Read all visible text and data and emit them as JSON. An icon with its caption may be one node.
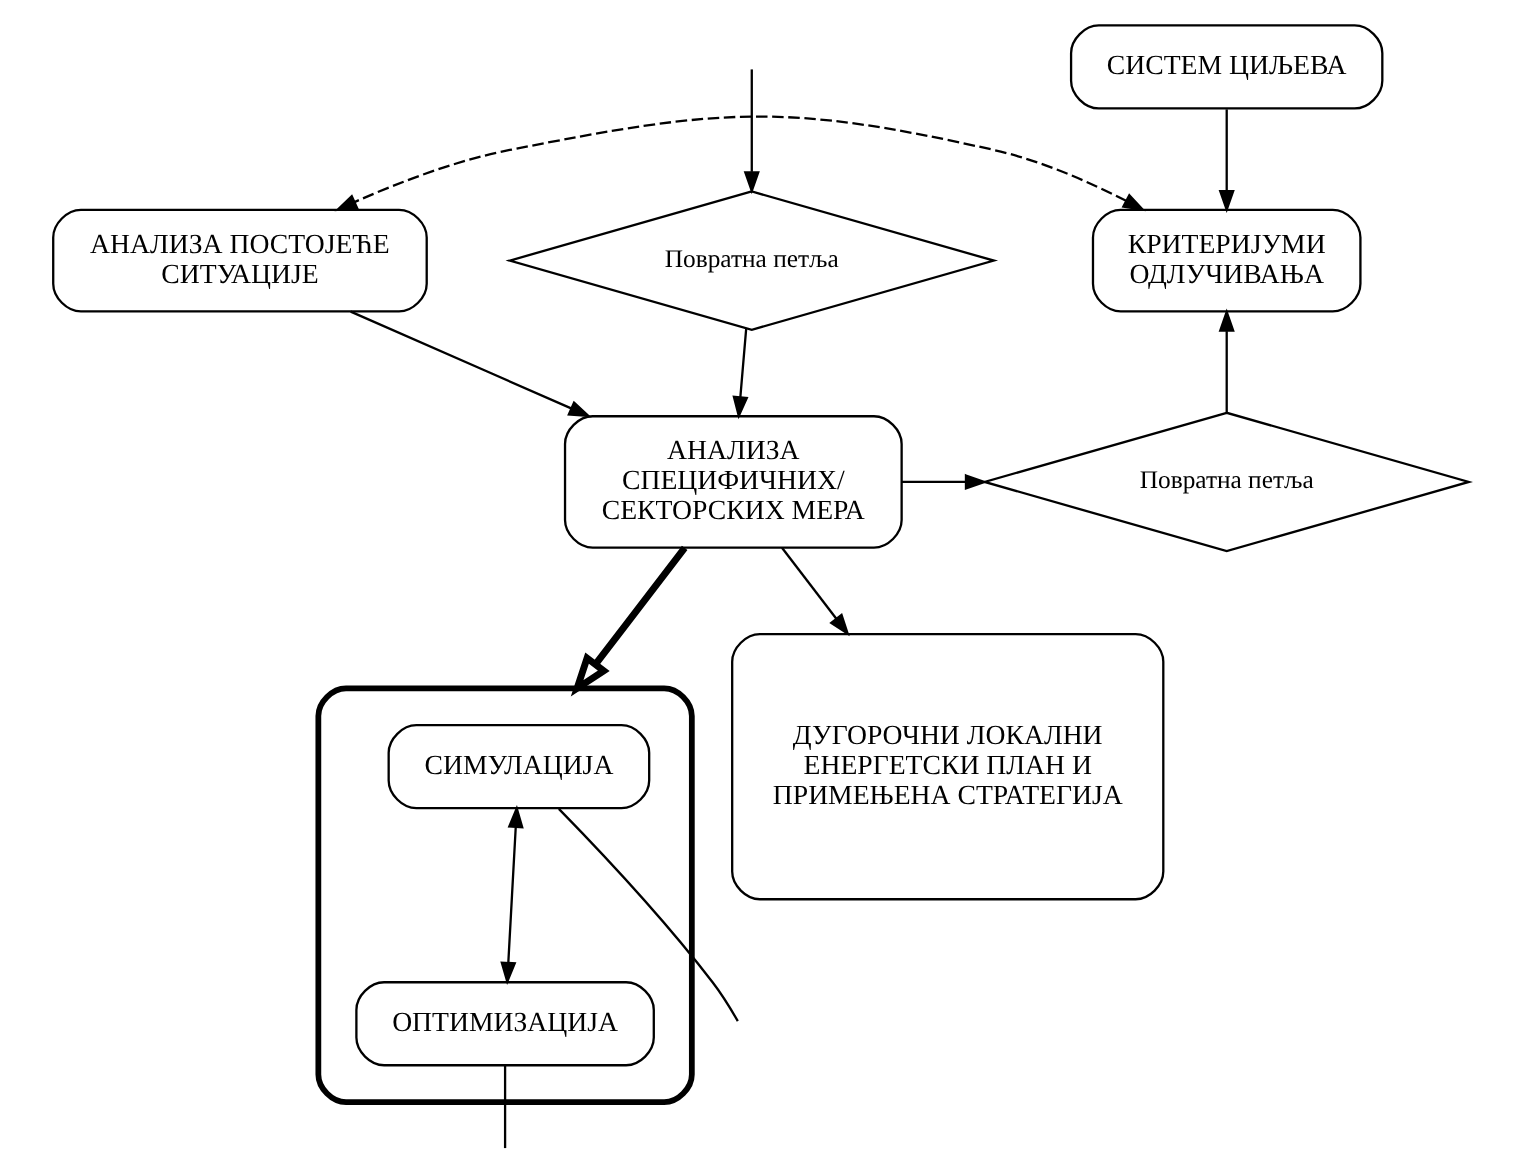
{
  "diagram": {
    "nodes": [
      {
        "text": [
          "СИСТЕМ ЦИЉЕВА"
        ]
      },
      {
        "text": [
          "КРИТЕРИЈУМИ ОДЛУЧИВАЊА"
        ]
      },
      {
        "text": [
          "АНАЛИЗА ПОСТОЈЕЋЕ СИТУАЦИЈЕ"
        ]
      },
      {
        "text": [
          "Повратна петља"
        ]
      },
      {
        "text": [
          "АНАЛИЗА СПЕЦИФИЧНИХ/ СЕКТОРСКИХ МЕРА"
        ]
      },
      {
        "text": [],
        "shape": "box"
      },
      {
        "text": [
          "СИМУЛАЦИЈА"
        ],
        "in": 5
      },
      {
        "text": [
          "ОПТИМИЗАЦИЈА"
        ],
        "in": 5
      },
      {
        "text": [
          "ДУГОРОЧНИ ЛОКАЛНИ ЕНЕРГЕТСКИ ПЛАН И ПРИМЕЊЕНА СТРАТЕГИЈА"
        ]
      },
      {
        "text": [
          "Повратна петља"
        ]
      }
    ],
    "edges": [
      {
        "from": 0,
        "to": 1,
        "arrow": "to"
      },
      {
        "from": 1,
        "to": 2,
        "arrow": "both",
        "style": "dashed"
      },
      {
        "from": 2,
        "to": 4,
        "arrow": "to"
      },
      {
        "from": 3,
        "to": 1,
        "arrow": "to"
      },
      {
        "from": 4,
        "to": 3,
        "arrow": "to"
      },
      {
        "from": 4,
        "to": 5,
        "arrow": "to",
        "style": "thick"
      },
      {
        "from": 6,
        "to": 7,
        "arrow": "both"
      },
      {
        "from": 6,
        "to": null,
        "arrow": "none"
      },
      {
        "from": 7,
        "to": null,
        "arrow": "none"
      },
      {
        "from": null,
        "to": 9,
        "arrow": "to"
      },
      {
        "from": 9,
        "to": 4,
        "arrow": "to"
      },
      {
        "from": 4,
        "to": 8,
        "arrow": "to"
      }
    ]
  }
}
